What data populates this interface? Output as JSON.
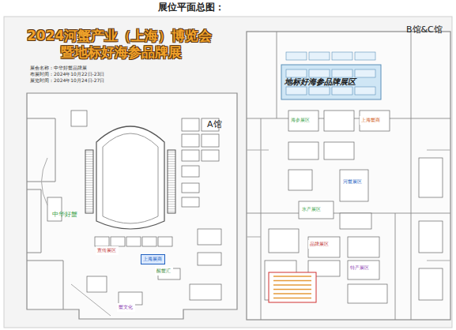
{
  "diagram": {
    "title": "2024河蟹产业（上海）博览会",
    "nodes": [
      {
        "text": [
          "地标好海参品牌展区"
        ]
      },
      {
        "text": [
          "上海展商"
        ]
      },
      {
        "text": [
          "宣传展区"
        ]
      },
      {
        "text": [
          "醒蟹汇"
        ]
      },
      {
        "text": [
          "蟹文化"
        ]
      },
      {
        "text": [
          "海参展区"
        ]
      },
      {
        "text": [
          "上海蟹商"
        ]
      },
      {
        "text": [
          "水产展区"
        ]
      },
      {
        "text": [
          "河蟹展区"
        ]
      },
      {
        "text": [
          "品牌展区"
        ]
      },
      {
        "text": [
          "特产展区"
        ]
      }
    ],
    "labels": [
      "展位平面总图：",
      "暨地标好海参品牌展",
      "展会名称：中华好蟹品牌展",
      "布展时间：2024年10月22日-23日",
      "展览时间：2024年10月24日-27日",
      "A馆",
      "B馆&C馆",
      "中华好蟹"
    ]
  }
}
